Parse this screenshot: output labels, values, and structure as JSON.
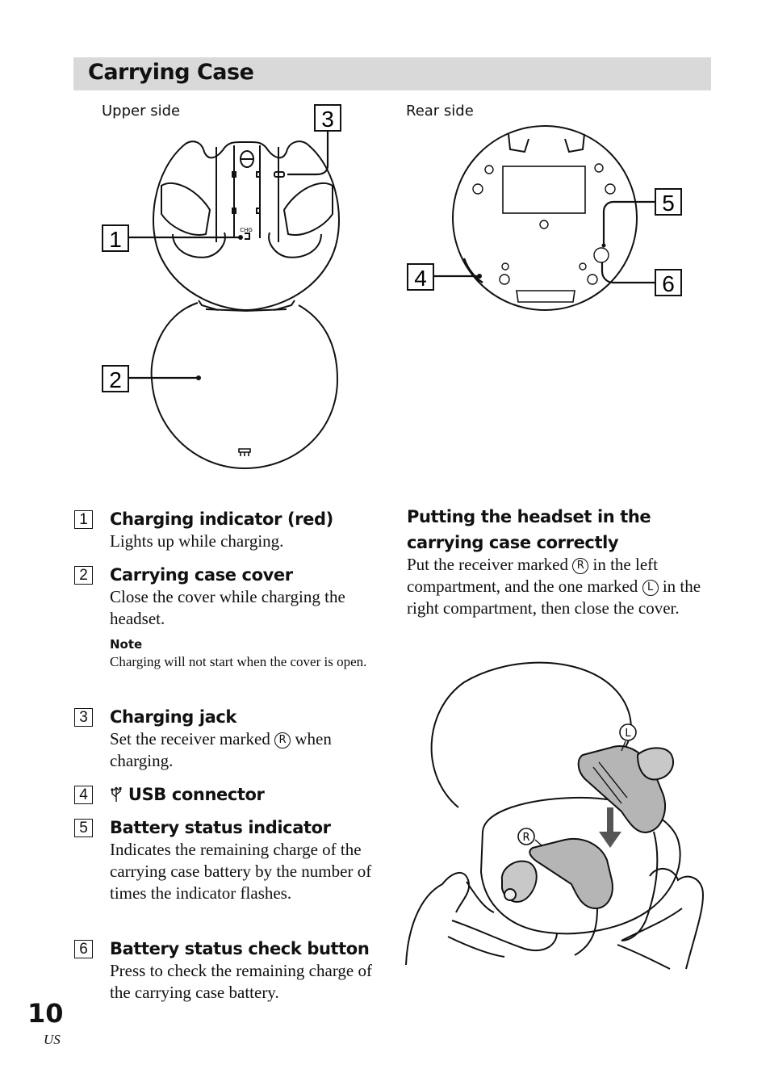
{
  "section": {
    "title": "Carrying Case"
  },
  "figures": {
    "upper": {
      "label": "Upper side",
      "chg_mark": "CHG",
      "callouts": [
        "1",
        "2",
        "3"
      ]
    },
    "rear": {
      "label": "Rear side",
      "callouts": [
        "4",
        "5",
        "6"
      ]
    },
    "insert": {
      "left_mark": "L",
      "right_mark": "R"
    }
  },
  "items": [
    {
      "num": "1",
      "title": "Charging indicator (red)",
      "body": "Lights up while charging."
    },
    {
      "num": "2",
      "title": "Carrying case cover",
      "body": "Close the cover while charging the headset.",
      "note_title": "Note",
      "note_body": "Charging will not start when the cover is open."
    },
    {
      "num": "3",
      "title": "Charging jack",
      "body_pre": "Set the receiver marked",
      "mark": "R",
      "body_post": "when charging."
    },
    {
      "num": "4",
      "icon": "usb-icon",
      "title": "USB connector"
    },
    {
      "num": "5",
      "title": "Battery status indicator",
      "body": "Indicates the remaining charge of the carrying case battery by the number of times the indicator flashes."
    },
    {
      "num": "6",
      "title": "Battery status check button",
      "body": "Press to check the remaining charge of the carrying case battery."
    }
  ],
  "putting": {
    "title": "Putting the headset in the carrying case correctly",
    "t1": "Put the receiver marked",
    "mark_r": "R",
    "t2": "in the left compartment, and the one marked",
    "mark_l": "L",
    "t3": "in the right compartment, then close the cover."
  },
  "page": {
    "number": "10",
    "region": "US"
  }
}
